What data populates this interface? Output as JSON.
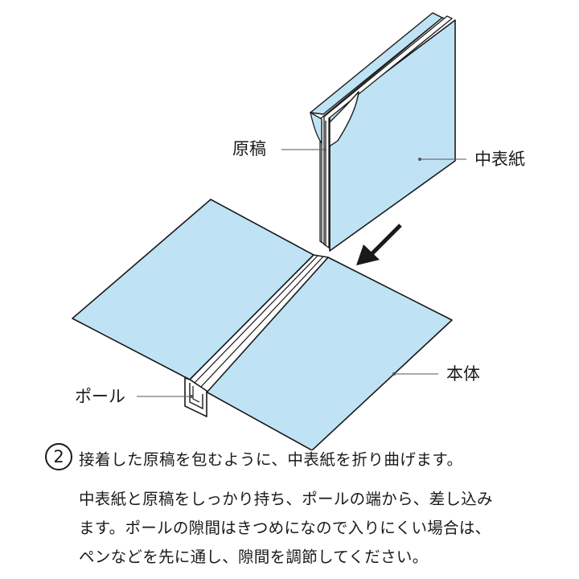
{
  "colors": {
    "paper_blue": "#bfe3f5",
    "outline": "#1a1a1a",
    "background": "#ffffff"
  },
  "labels": {
    "genko": "原稿",
    "naka_hyoshi": "中表紙",
    "hontai": "本体",
    "pole": "ポール"
  },
  "icons": {
    "arrow": "insert-direction-arrow"
  },
  "step": {
    "number": "2",
    "heading": "接着した原稿を包むように、中表紙を折り曲げます。",
    "body_lines": [
      "中表紙と原稿をしっかり持ち、ポールの端から、差し込み",
      "ます。ポールの隙間はきつめになので入りにくい場合は、",
      "ペンなどを先に通し、隙間を調節してください。"
    ]
  }
}
